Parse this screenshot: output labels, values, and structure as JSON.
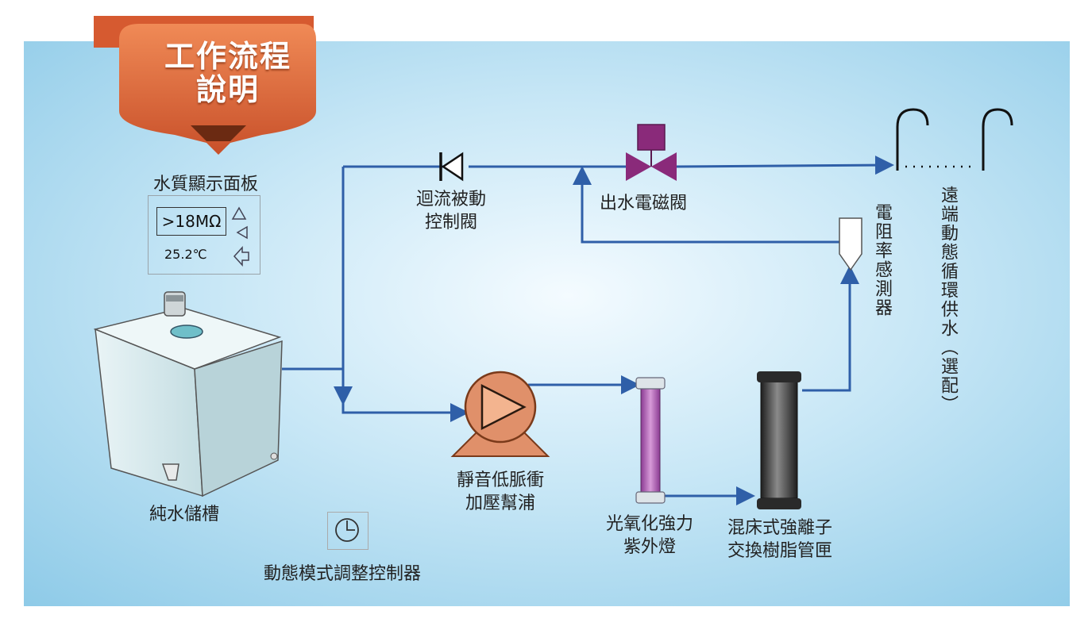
{
  "badge": {
    "line1": "工作流程",
    "line2": "說明"
  },
  "panel": {
    "title": "水質顯示面板",
    "reading": ">18MΩ",
    "temperature": "25.2℃",
    "up_icon": "triangle-up-icon",
    "left_icon": "triangle-left-icon",
    "back_icon": "return-arrow-icon"
  },
  "labels": {
    "tank": "純水儲槽",
    "check_valve": [
      "迴流被動",
      "控制閥"
    ],
    "solenoid_valve": "出水電磁閥",
    "resistivity_sensor": "電阻率感測器",
    "remote_supply": "遠端動態循環供水（選配）",
    "pump": [
      "靜音低脈衝",
      "加壓幫浦"
    ],
    "uv_lamp": [
      "光氧化強力",
      "紫外燈"
    ],
    "resin_cartridge": [
      "混床式強離子",
      "交換樹脂管匣"
    ],
    "controller": "動態模式調整控制器"
  },
  "colors": {
    "pipe": "#2f5fa8",
    "background_center": "#f4fbff",
    "background_edge": "#8fcbe8",
    "badge": "#e0673a",
    "pump": "#e0906a",
    "valve": "#8a2a7a",
    "uv": "#b06bb8",
    "cartridge": "#3a3a3a"
  }
}
